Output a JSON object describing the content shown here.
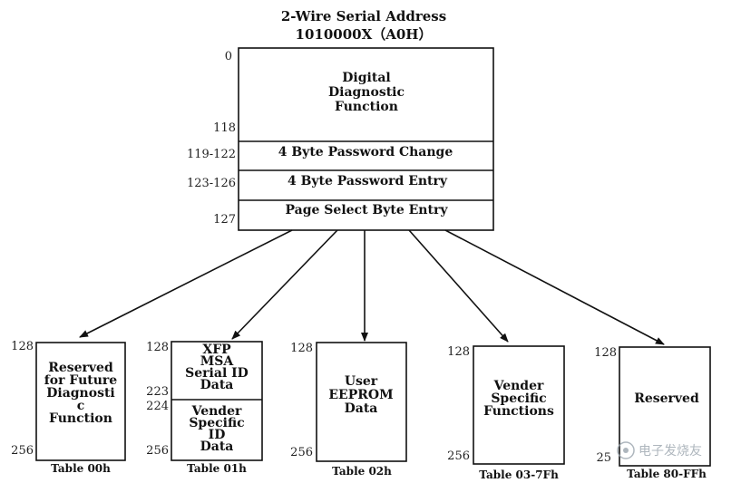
{
  "header": {
    "title": "2-Wire Serial Address",
    "address": "1010000X（A0H）"
  },
  "main_block": {
    "label_lines": [
      "Digital",
      "Diagnostic",
      "Function"
    ],
    "addr_start": "0",
    "addr_end": "118",
    "rows": [
      {
        "addr": "119-122",
        "label": "4 Byte Password Change"
      },
      {
        "addr": "123-126",
        "label": "4 Byte Password Entry"
      },
      {
        "addr": "127",
        "label": "Page Select Byte Entry"
      }
    ]
  },
  "tables": [
    {
      "caption": "Table 00h",
      "addr_top": "128",
      "addr_bottom": "256",
      "label_lines": [
        "Reserved",
        "for Future",
        "Diagnosti",
        "c",
        "Function"
      ]
    },
    {
      "caption": "Table 01h",
      "addr_top": "128",
      "addr_mid1": "223",
      "addr_mid2": "224",
      "addr_bottom": "256",
      "upper_lines": [
        "XFP",
        "MSA",
        "Serial ID",
        "Data"
      ],
      "lower_lines": [
        "Vender",
        "Specific",
        "ID",
        "Data"
      ]
    },
    {
      "caption": "Table 02h",
      "addr_top": "128",
      "addr_bottom": "256",
      "label_lines": [
        "User",
        "EEPROM",
        "Data"
      ]
    },
    {
      "caption": "Table 03-7Fh",
      "addr_top": "128",
      "addr_bottom": "256",
      "label_lines": [
        "Vender",
        "Specific",
        "Functions"
      ]
    },
    {
      "caption": "Table 80-FFh",
      "addr_top": "128",
      "addr_bottom": "25",
      "label_lines": [
        "Reserved"
      ]
    }
  ],
  "watermark": "电子发烧友",
  "colors": {
    "ink": "#111111",
    "watermark": "#9aa4ad"
  }
}
